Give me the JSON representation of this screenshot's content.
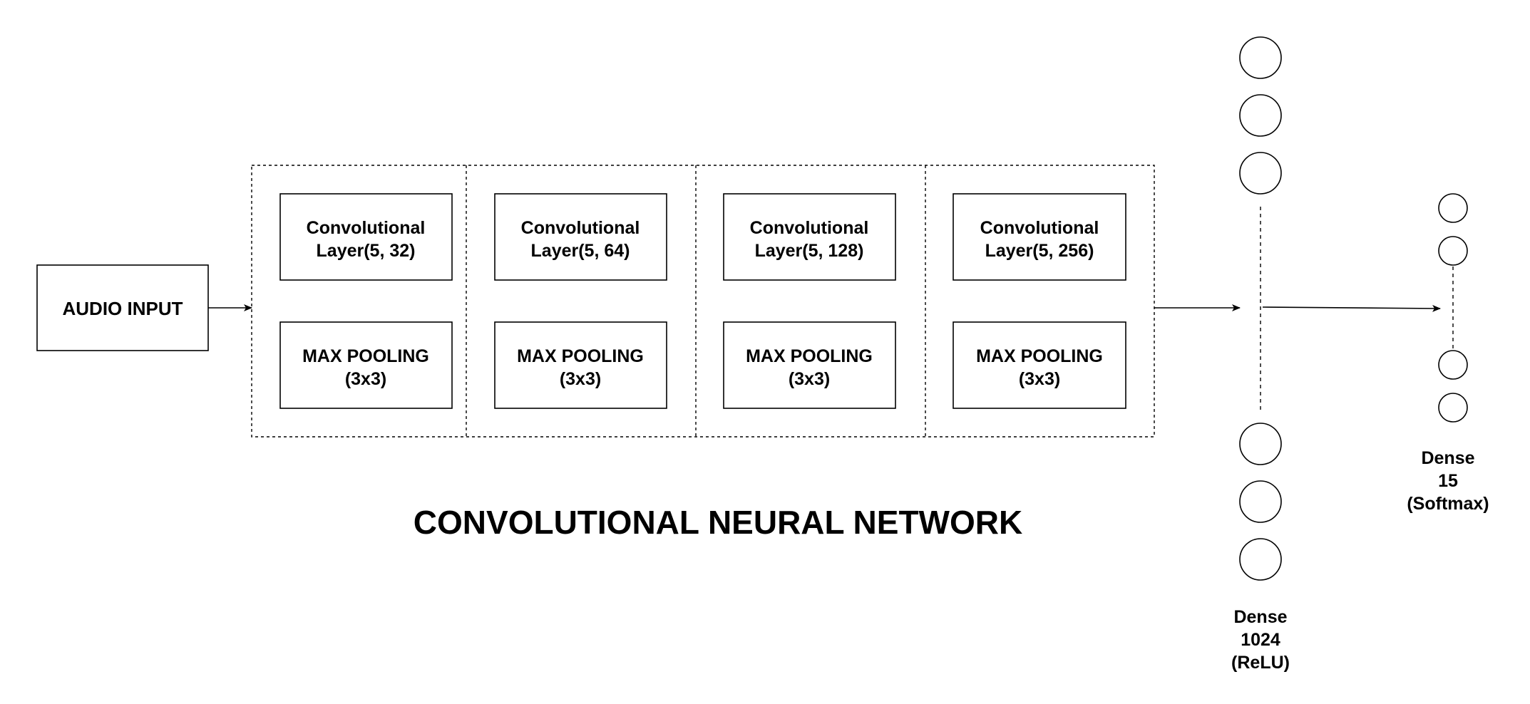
{
  "input": {
    "label": "AUDIO INPUT"
  },
  "conv_blocks": [
    {
      "conv_line1": "Convolutional",
      "conv_line2": "Layer(5, 32)",
      "pool_line1": "MAX POOLING",
      "pool_line2": "(3x3)"
    },
    {
      "conv_line1": "Convolutional",
      "conv_line2": "Layer(5, 64)",
      "pool_line1": "MAX POOLING",
      "pool_line2": "(3x3)"
    },
    {
      "conv_line1": "Convolutional",
      "conv_line2": "Layer(5, 128)",
      "pool_line1": "MAX POOLING",
      "pool_line2": "(3x3)"
    },
    {
      "conv_line1": "Convolutional",
      "conv_line2": "Layer(5, 256)",
      "pool_line1": "MAX POOLING",
      "pool_line2": "(3x3)"
    }
  ],
  "caption": "CONVOLUTIONAL NEURAL NETWORK",
  "dense_1": {
    "line1": "Dense",
    "line2": "1024",
    "line3": "(ReLU)"
  },
  "dense_2": {
    "line1": "Dense",
    "line2": "15",
    "line3": "(Softmax)"
  },
  "colors": {
    "stroke": "#000000",
    "background": "#ffffff"
  }
}
